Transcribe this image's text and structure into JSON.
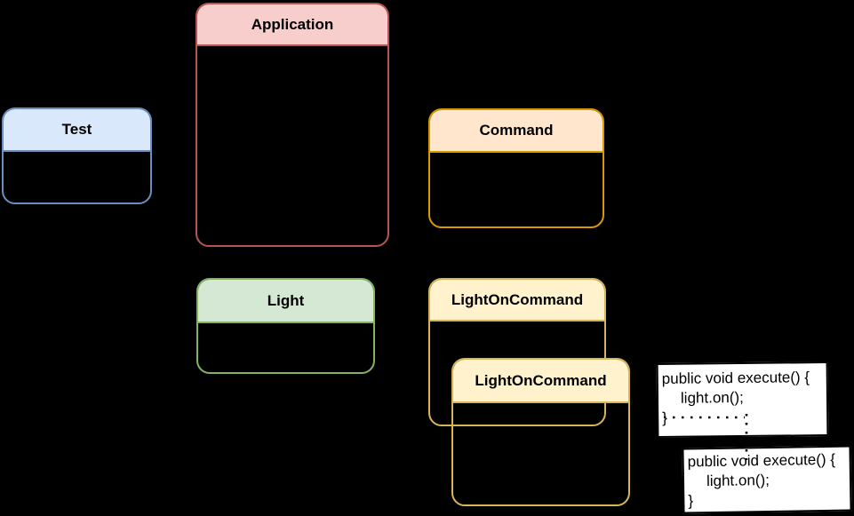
{
  "diagram": {
    "background_color": "#000000",
    "classes": [
      {
        "id": "test",
        "label": "Test",
        "fill": "#dae8fc",
        "stroke": "#6c8ebf"
      },
      {
        "id": "application",
        "label": "Application",
        "fill": "#f8cecc",
        "stroke": "#b85450"
      },
      {
        "id": "command",
        "label": "Command",
        "fill": "#ffe6cc",
        "stroke": "#d79b00"
      },
      {
        "id": "light",
        "label": "Light",
        "fill": "#d5e8d4",
        "stroke": "#82b366"
      },
      {
        "id": "light-on-command-1",
        "label": "LightOnCommand",
        "fill": "#fff2cc",
        "stroke": "#d6b656"
      },
      {
        "id": "light-on-command-2",
        "label": "LightOnCommand",
        "fill": "#fff2cc",
        "stroke": "#d6b656"
      }
    ],
    "notes": [
      {
        "id": "note1",
        "lines": [
          "public void execute() {",
          "light.on();",
          "}"
        ]
      },
      {
        "id": "note2",
        "lines": [
          "public void execute() {",
          "light.on();",
          "}"
        ]
      }
    ],
    "connector": {
      "style": "dotted",
      "color": "#000000"
    }
  }
}
